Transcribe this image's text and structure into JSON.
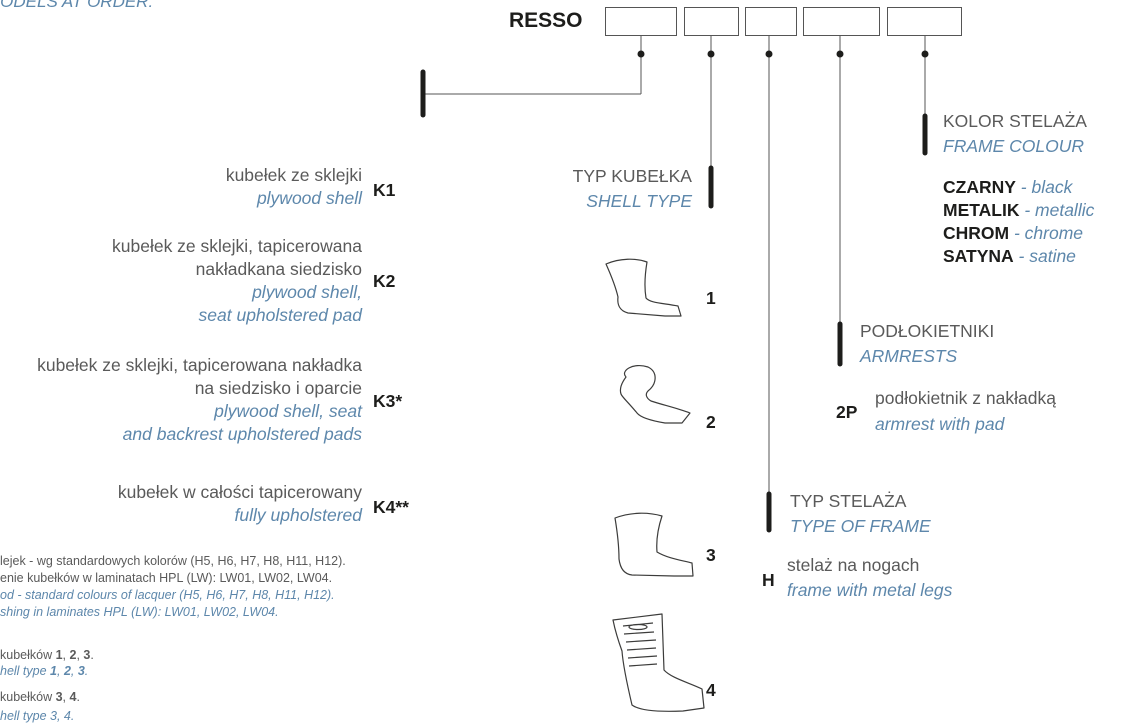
{
  "header": {
    "models_note": "MODELS AT ORDER:"
  },
  "code_prefix": "RESSO",
  "frame_colour": {
    "title_pl": "KOLOR STELAŻA",
    "title_en": "FRAME COLOUR",
    "options": [
      {
        "code": "CZARNY",
        "sep": " - ",
        "name": "black"
      },
      {
        "code": "METALIK",
        "sep": " - ",
        "name": "metallic"
      },
      {
        "code": "CHROM",
        "sep": " - ",
        "name": "chrome"
      },
      {
        "code": "SATYNA",
        "sep": " - ",
        "name": "satine"
      }
    ]
  },
  "shell_type": {
    "title_pl": "TYP KUBEŁKA",
    "title_en": "SHELL TYPE",
    "numbers": [
      "1",
      "2",
      "3",
      "4"
    ]
  },
  "shells": [
    {
      "code": "K1",
      "pl": [
        "kubełek ze sklejki"
      ],
      "en": [
        "plywood shell"
      ]
    },
    {
      "code": "K2",
      "pl": [
        "kubełek ze sklejki, tapicerowana",
        "nakładkana siedzisko"
      ],
      "en": [
        "plywood shell,",
        "seat upholstered pad"
      ]
    },
    {
      "code": "K3*",
      "pl": [
        "kubełek ze sklejki, tapicerowana nakładka",
        "na siedzisko i oparcie"
      ],
      "en": [
        "plywood shell, seat",
        "and backrest upholstered pads"
      ]
    },
    {
      "code": "K4**",
      "pl": [
        "kubełek w całości tapicerowany"
      ],
      "en": [
        "fully upholstered"
      ]
    }
  ],
  "armrests": {
    "title_pl": "PODŁOKIETNIKI",
    "title_en": "ARMRESTS",
    "code": "2P",
    "pl": "podłokietnik z nakładką",
    "en": "armrest with pad"
  },
  "frame_type": {
    "title_pl": "TYP STELAŻA",
    "title_en": "TYPE OF FRAME",
    "code": "H",
    "pl": "stelaż na nogach",
    "en": "frame with metal legs"
  },
  "footnotes": {
    "f1": "lejek - wg standardowych kolorów (H5, H6, H7, H8, H11, H12).",
    "f2": "enie kubełków w laminatach HPL (LW): LW01, LW02, LW04.",
    "f3": "od - standard colours of lacquer (H5, H6, H7, H8, H11, H12).",
    "f4": "shing in laminates HPL (LW): LW01, LW02, LW04.",
    "f5_pre": "kubełków ",
    "f5_n1": "1",
    "f5_c1": ", ",
    "f5_n2": "2",
    "f5_c2": ", ",
    "f5_n3": "3",
    "f5_end": ".",
    "f6_pre": "hell type ",
    "f6_n1": "1",
    "f6_c1": ", ",
    "f6_n2": "2",
    "f6_c2": ", ",
    "f6_n3": "3",
    "f6_end": ".",
    "f7_pre": "kubełków ",
    "f7_n1": "3",
    "f7_c1": ", ",
    "f7_n2": "4",
    "f7_end": ".",
    "f8": "hell type 3, 4."
  },
  "colors": {
    "text": "#3c3c3b",
    "accent_blue": "#5d87ab",
    "line": "#555555",
    "bar": "#1d1d1b"
  },
  "icons": [
    "shell-type-1-icon",
    "shell-type-2-icon",
    "shell-type-3-icon",
    "shell-type-4-icon"
  ]
}
